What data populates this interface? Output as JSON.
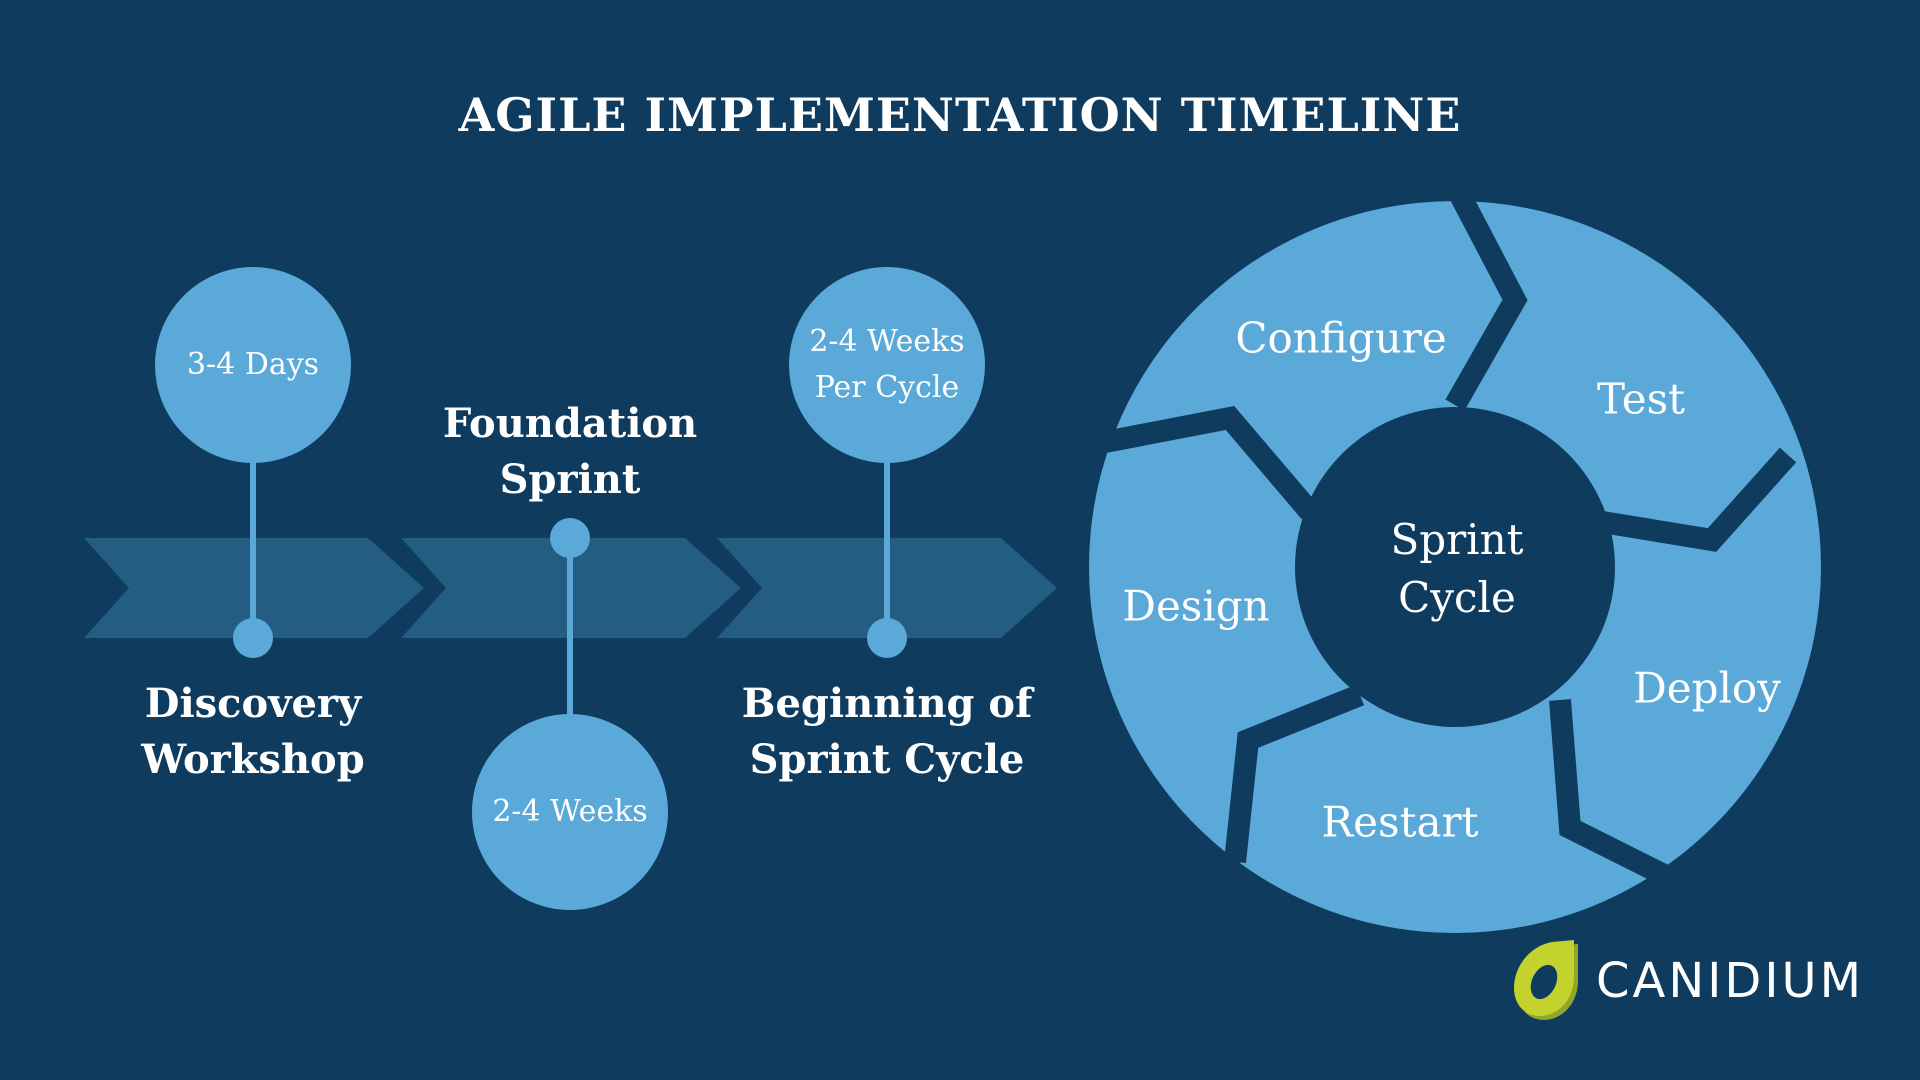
{
  "title": "AGILE IMPLEMENTATION TIMELINE",
  "colors": {
    "background": "#0f3b5e",
    "accent": "#5aa9d9",
    "chevron": "#245d82",
    "text": "#ffffff",
    "logo_green": "#c4d22e",
    "logo_green_dark": "#8fa829"
  },
  "timeline": {
    "milestones": [
      {
        "label": "Discovery\nWorkshop",
        "duration": "3-4 Days",
        "bubble_position": "above"
      },
      {
        "label": "Foundation\nSprint",
        "duration": "2-4 Weeks",
        "bubble_position": "below"
      },
      {
        "label": "Beginning of\nSprint Cycle",
        "duration": "2-4 Weeks\nPer Cycle",
        "bubble_position": "above"
      }
    ]
  },
  "cycle": {
    "center_label": "Sprint\nCycle",
    "segments": [
      "Configure",
      "Test",
      "Deploy",
      "Restart",
      "Design"
    ]
  },
  "logo": {
    "text": "CANIDIUM",
    "icon": "canidium-drop-icon"
  }
}
